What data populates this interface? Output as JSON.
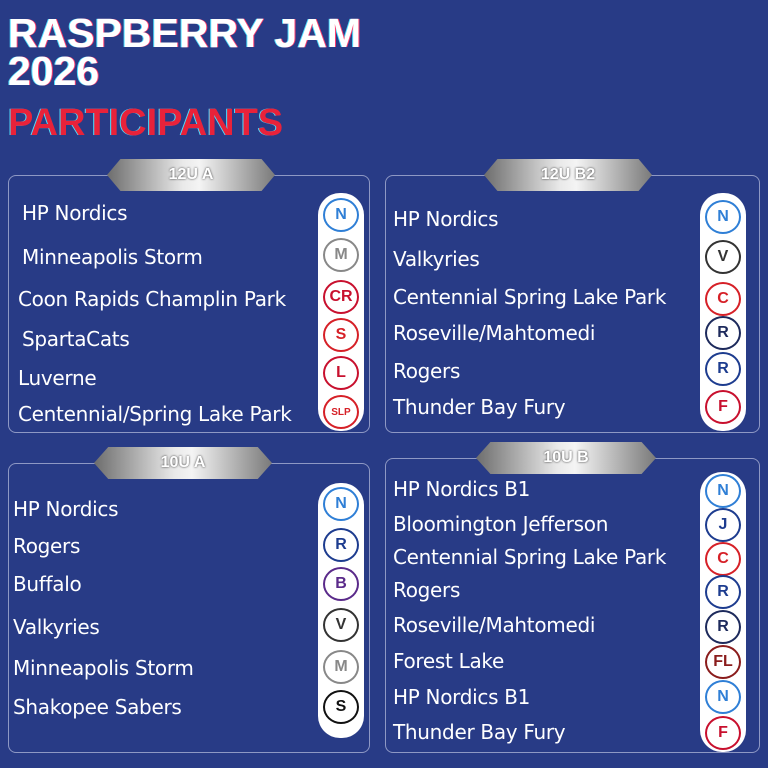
{
  "title": {
    "line1": "RASPBERRY JAM",
    "line2": "2026",
    "line3": "PARTICIPANTS"
  },
  "divisions": [
    {
      "name": "12U A",
      "teams": [
        "HP Nordics",
        "Minneapolis Storm",
        "Coon Rapids Champlin Park",
        "SpartaCats",
        "Luverne",
        "Centennial/Spring Lake Park"
      ],
      "logos": [
        {
          "icon": "nordics-logo",
          "mark": "N",
          "color": "#2f7fd6"
        },
        {
          "icon": "storm-logo",
          "mark": "M",
          "color": "#888"
        },
        {
          "icon": "coon-rapids-logo",
          "mark": "CR",
          "color": "#c8102e"
        },
        {
          "icon": "spartacats-logo",
          "mark": "S",
          "color": "#d62027"
        },
        {
          "icon": "luverne-logo",
          "mark": "L",
          "color": "#c8102e"
        },
        {
          "icon": "slp-logo",
          "mark": "SLP",
          "color": "#d62027"
        }
      ]
    },
    {
      "name": "12U B2",
      "teams": [
        "HP Nordics",
        "Valkyries",
        "Centennial Spring Lake Park",
        "Roseville/Mahtomedi",
        "Rogers",
        "Thunder Bay Fury"
      ],
      "logos": [
        {
          "icon": "nordics-logo",
          "mark": "N",
          "color": "#2f7fd6"
        },
        {
          "icon": "valkyries-logo",
          "mark": "V",
          "color": "#333"
        },
        {
          "icon": "centennial-logo",
          "mark": "C",
          "color": "#d62027"
        },
        {
          "icon": "roseville-logo",
          "mark": "R",
          "color": "#1d2a5c"
        },
        {
          "icon": "rogers-logo",
          "mark": "R",
          "color": "#1d3c8f"
        },
        {
          "icon": "fury-logo",
          "mark": "F",
          "color": "#c8102e"
        }
      ]
    },
    {
      "name": "10U A",
      "teams": [
        "HP Nordics",
        "Rogers",
        "Buffalo",
        "Valkyries",
        "Minneapolis Storm",
        "Shakopee Sabers"
      ],
      "logos": [
        {
          "icon": "nordics-logo",
          "mark": "N",
          "color": "#2f7fd6"
        },
        {
          "icon": "rogers-logo",
          "mark": "R",
          "color": "#1d3c8f"
        },
        {
          "icon": "buffalo-logo",
          "mark": "B",
          "color": "#5a2a8a"
        },
        {
          "icon": "valkyries-logo",
          "mark": "V",
          "color": "#333"
        },
        {
          "icon": "storm-logo",
          "mark": "M",
          "color": "#888"
        },
        {
          "icon": "sabers-logo",
          "mark": "S",
          "color": "#111"
        }
      ]
    },
    {
      "name": "10U B",
      "teams": [
        "HP Nordics B1",
        "Bloomington Jefferson",
        "Centennial Spring Lake Park",
        "Rogers",
        "Roseville/Mahtomedi",
        "Forest Lake",
        "HP Nordics B1",
        "Thunder Bay Fury"
      ],
      "logos": [
        {
          "icon": "nordics-logo",
          "mark": "N",
          "color": "#2f7fd6"
        },
        {
          "icon": "jefferson-logo",
          "mark": "J",
          "color": "#1d3c8f"
        },
        {
          "icon": "centennial-logo",
          "mark": "C",
          "color": "#d62027"
        },
        {
          "icon": "rogers-logo",
          "mark": "R",
          "color": "#1d3c8f"
        },
        {
          "icon": "roseville-logo",
          "mark": "R",
          "color": "#1d2a5c"
        },
        {
          "icon": "forest-lake-logo",
          "mark": "FL",
          "color": "#8a1c1c"
        },
        {
          "icon": "nordics-logo",
          "mark": "N",
          "color": "#2f7fd6"
        },
        {
          "icon": "fury-logo",
          "mark": "F",
          "color": "#c8102e"
        }
      ]
    }
  ]
}
